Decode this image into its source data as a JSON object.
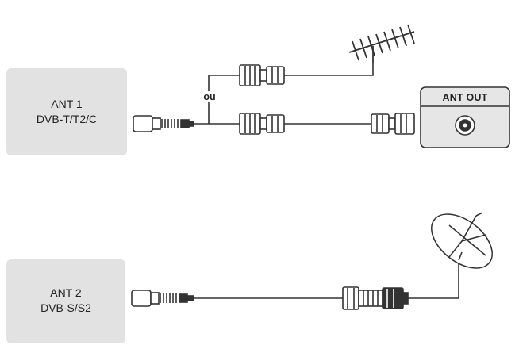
{
  "ant1": {
    "line1": "ANT 1",
    "line2": "DVB-T/T2/C"
  },
  "ant2": {
    "line1": "ANT 2",
    "line2": "DVB-S/S2"
  },
  "ant_out": {
    "label": "ANT OUT"
  },
  "or_label": "ou",
  "colors": {
    "box_fill": "#e2e2e2",
    "line": "#333333",
    "connector_fill": "#ffffff"
  }
}
